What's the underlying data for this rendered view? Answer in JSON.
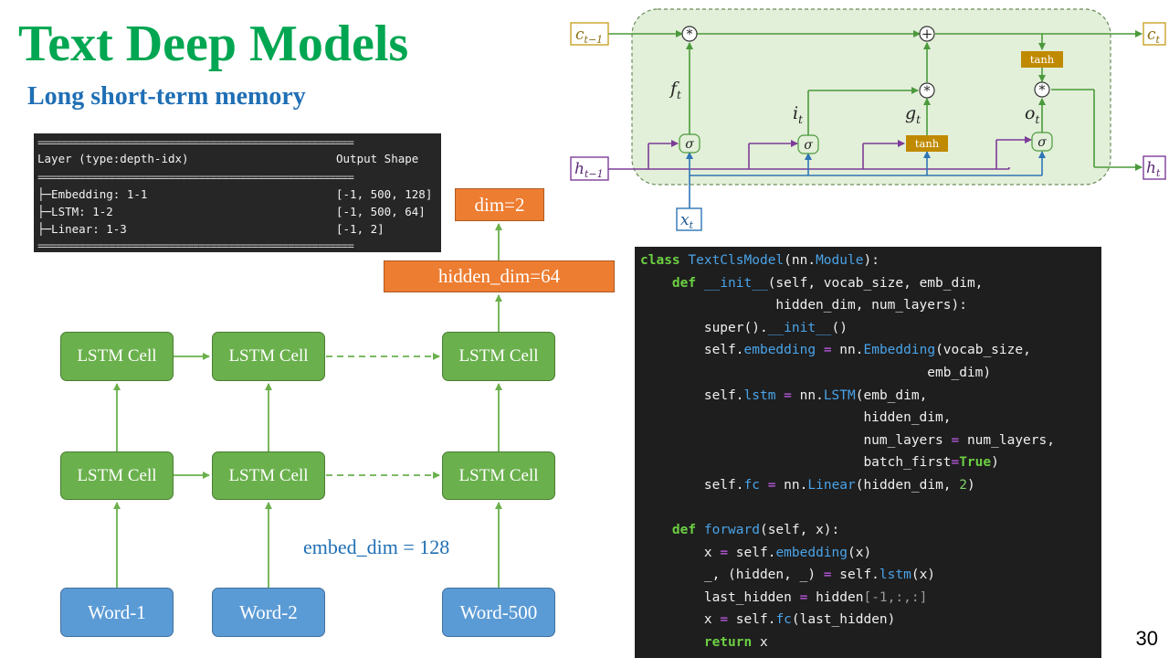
{
  "slide": {
    "title": "Text Deep Models",
    "subtitle": "Long short-term memory",
    "page_number": "30"
  },
  "summary": {
    "separator": "=====================================================",
    "header_layer": "Layer (type:depth-idx)",
    "header_output": "Output Shape",
    "rows": [
      {
        "layer": "├─Embedding: 1-1",
        "shape": "[-1, 500, 128]"
      },
      {
        "layer": "├─LSTM: 1-2",
        "shape": "[-1, 500, 64]"
      },
      {
        "layer": "├─Linear: 1-3",
        "shape": "[-1, 2]"
      }
    ]
  },
  "network": {
    "cell_label": "LSTM Cell",
    "output_dim": "dim=2",
    "hidden_dim": "hidden_dim=64",
    "embed_label": "embed_dim = 128",
    "words": [
      "Word-1",
      "Word-2",
      "Word-500"
    ]
  },
  "lstm_cell": {
    "c_prev": "c",
    "c_prev_sub": "t−1",
    "c_next": "c",
    "c_next_sub": "t",
    "h_prev": "h",
    "h_prev_sub": "t−1",
    "h_next": "h",
    "h_next_sub": "t",
    "x": "x",
    "x_sub": "t",
    "f": "f",
    "i": "i",
    "g": "g",
    "o": "o",
    "gate_sub": "t",
    "sigma": "σ",
    "tanh": "tanh",
    "mult": "*",
    "plus": "+"
  },
  "code": {
    "l1_kw": "class",
    "l1_name": "TextClsModel",
    "l1_a": "(nn.",
    "l1_mod": "Module",
    "l1_b": "):",
    "l2_kw": "def",
    "l2_name": "__init__",
    "l2_rest": "(self, vocab_size, emb_dim,",
    "l3": "hidden_dim, num_layers):",
    "l4_a": "super().",
    "l4_fn": "__init__",
    "l4_b": "()",
    "l5_a": "self.",
    "l5_attr": "embedding",
    "l5_op": "=",
    "l5_b": "nn.",
    "l5_fn": "Embedding",
    "l5_c": "(vocab_size,",
    "l6": "emb_dim)",
    "l7_a": "self.",
    "l7_attr": "lstm",
    "l7_op": "=",
    "l7_b": "nn.",
    "l7_fn": "LSTM",
    "l7_c": "(emb_dim,",
    "l8": "hidden_dim,",
    "l9_a": "num_layers",
    "l9_op": "=",
    "l9_b": "num_layers,",
    "l10_a": "batch_first",
    "l10_op": "=",
    "l10_val": "True",
    "l10_b": ")",
    "l11_a": "self.",
    "l11_attr": "fc",
    "l11_op": "=",
    "l11_b": "nn.",
    "l11_fn": "Linear",
    "l11_c": "(hidden_dim, ",
    "l11_num": "2",
    "l11_d": ")",
    "l12_kw": "def",
    "l12_name": "forward",
    "l12_rest": "(self, x):",
    "l13_a": "x",
    "l13_op": "=",
    "l13_b": "self.",
    "l13_fn": "embedding",
    "l13_c": "(x)",
    "l14_a": "_, (hidden, _)",
    "l14_op": "=",
    "l14_b": "self.",
    "l14_fn": "lstm",
    "l14_c": "(x)",
    "l15_a": "last_hidden",
    "l15_op": "=",
    "l15_b": "hidden",
    "l15_c": "[-1,:,:]",
    "l16_a": "x",
    "l16_op": "=",
    "l16_b": "self.",
    "l16_fn": "fc",
    "l16_c": "(last_hidden)",
    "l17_kw": "return",
    "l17_b": "x"
  }
}
